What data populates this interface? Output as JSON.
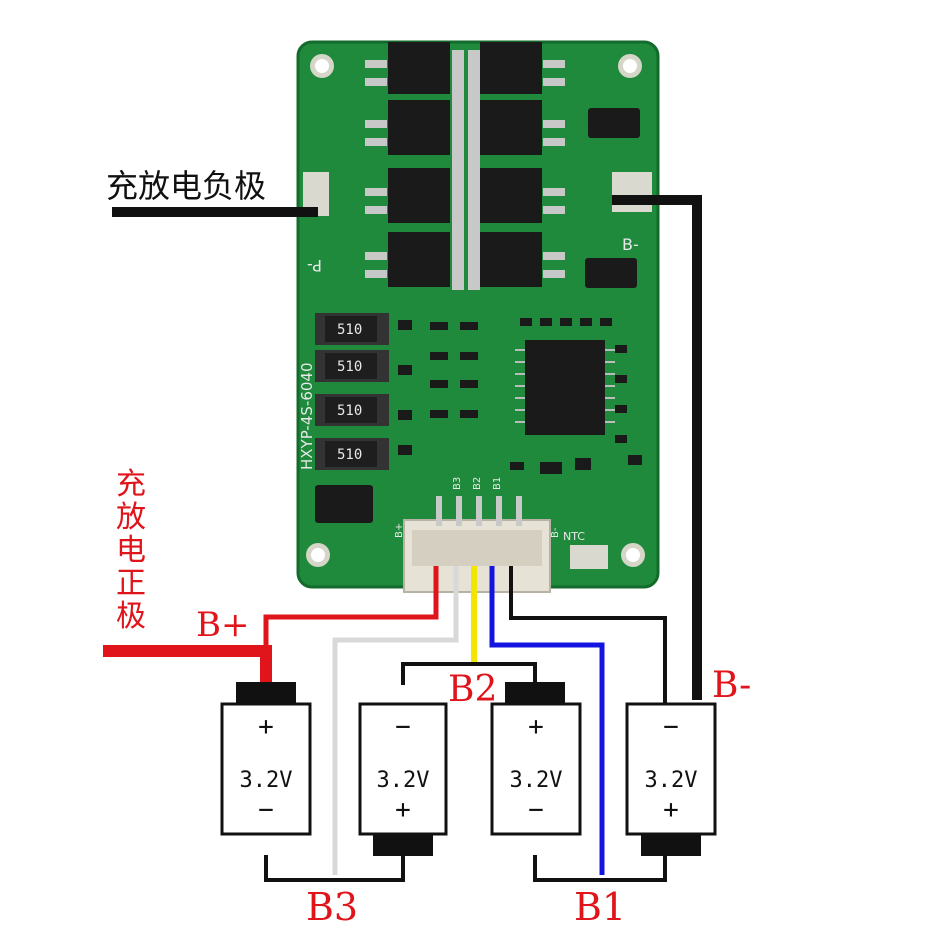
{
  "labels": {
    "charge_discharge_negative": "充放电负极",
    "charge_discharge_positive": [
      "充",
      "放",
      "电",
      "正",
      "极"
    ],
    "b_plus": "B+",
    "b_minus": "B-",
    "b1": "B1",
    "b2": "B2",
    "b3": "B3"
  },
  "board": {
    "model": "HXYP-4S-6040",
    "pad_p_minus": "P-",
    "pad_b_minus": "B-",
    "ntc": "NTC",
    "resistor_value": "510",
    "connector_pins": [
      "B+",
      "B3",
      "B2",
      "B1",
      "B-"
    ]
  },
  "cells": [
    {
      "top_sign": "+",
      "voltage": "3.2V",
      "bottom_sign": "−"
    },
    {
      "top_sign": "−",
      "voltage": "3.2V",
      "bottom_sign": "+"
    },
    {
      "top_sign": "+",
      "voltage": "3.2V",
      "bottom_sign": "−"
    },
    {
      "top_sign": "−",
      "voltage": "3.2V",
      "bottom_sign": "+"
    }
  ],
  "colors": {
    "pcb": "#1f8a3c",
    "wire_red": "#e0141b",
    "wire_black": "#111111",
    "wire_white": "#d8d8d8",
    "wire_yellow": "#f2e600",
    "wire_blue": "#1414e0"
  }
}
